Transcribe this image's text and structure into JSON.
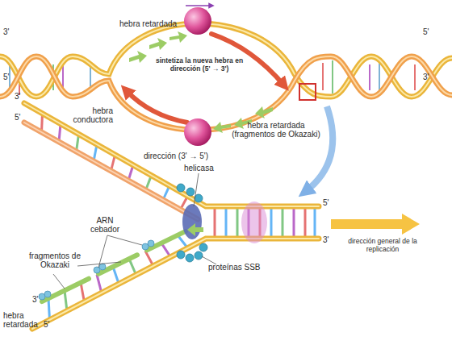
{
  "diagram": {
    "labels": [
      "3'",
      "hebra retardada",
      "5'",
      "sintetiza la nueva hebra en dirección (5' → 3')",
      "5'",
      "hebra conductora",
      "3'",
      "hebra retardada (fragmentos de Okazaki)",
      "dirección (3' → 5')",
      "3'",
      "5'",
      "helicasa",
      "5'",
      "3'",
      "dirección general de la replicación",
      "ARN cebador",
      "fragmentos de Okazaki",
      "proteínas SSB",
      "3'",
      "hebra retardada",
      "5'"
    ]
  }
}
